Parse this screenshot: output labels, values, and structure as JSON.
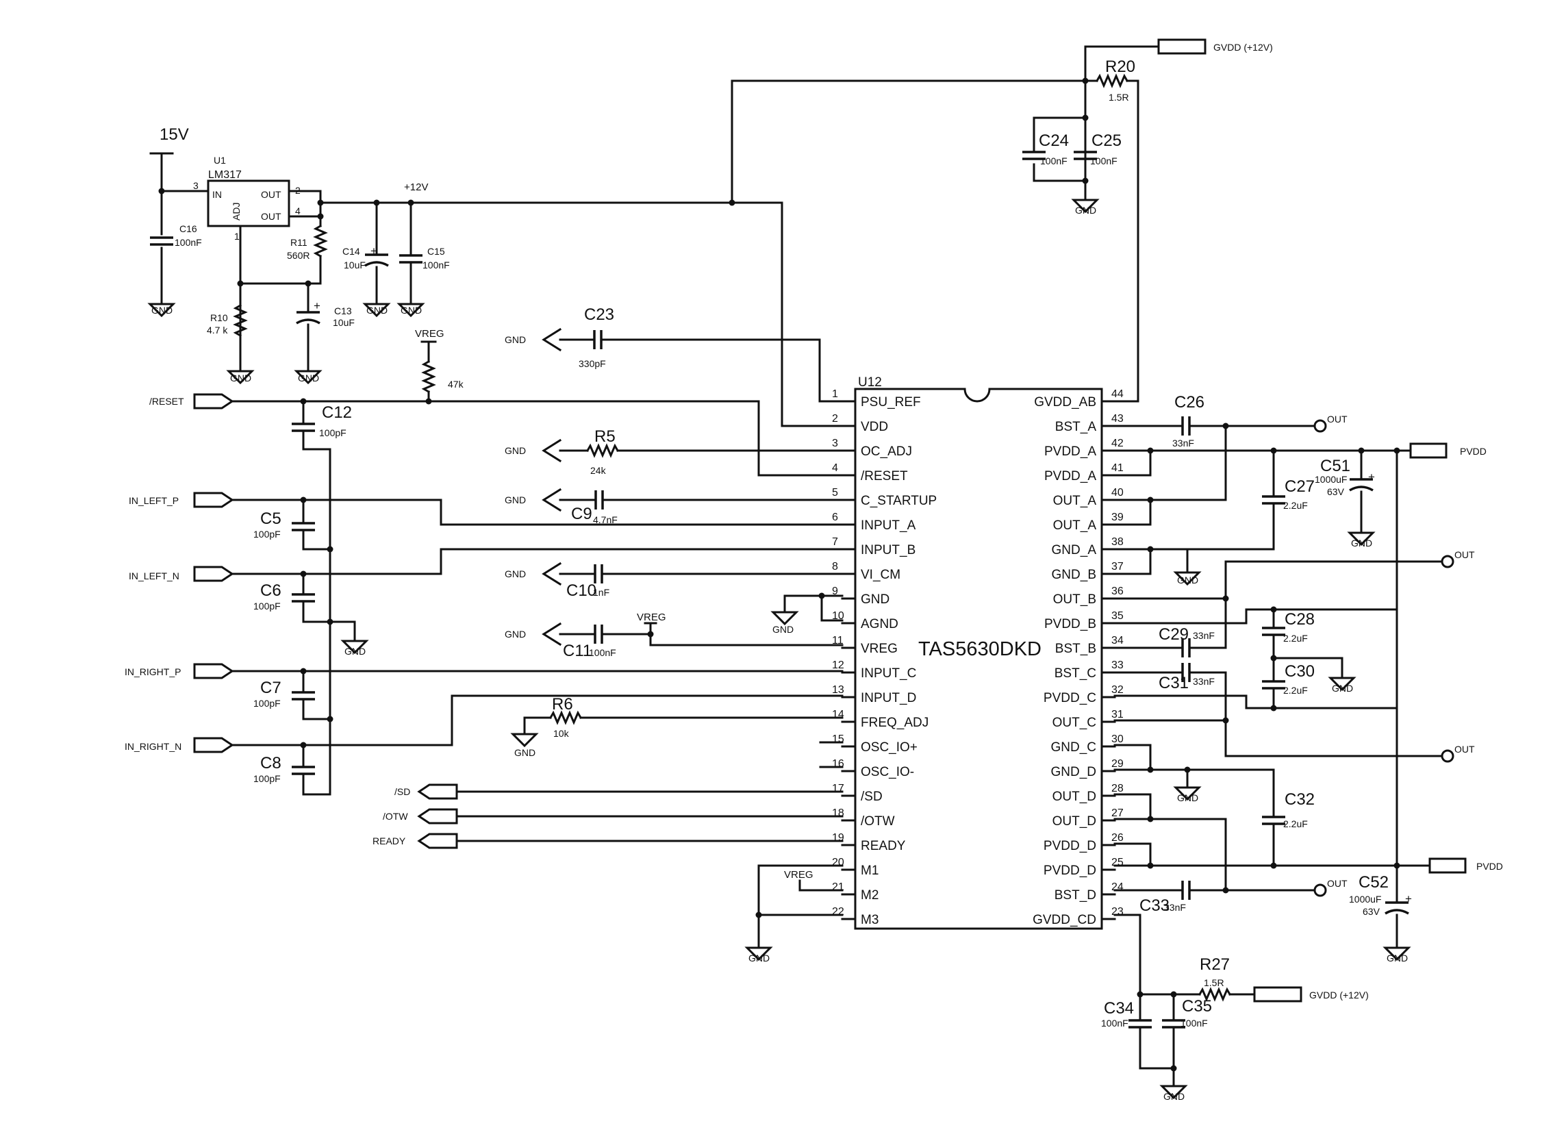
{
  "ic": {
    "designator": "U12",
    "part": "TAS5630DKD",
    "left_pins": [
      {
        "num": "1",
        "name": "PSU_REF"
      },
      {
        "num": "2",
        "name": "VDD"
      },
      {
        "num": "3",
        "name": "OC_ADJ"
      },
      {
        "num": "4",
        "name": "/RESET"
      },
      {
        "num": "5",
        "name": "C_STARTUP"
      },
      {
        "num": "6",
        "name": "INPUT_A"
      },
      {
        "num": "7",
        "name": "INPUT_B"
      },
      {
        "num": "8",
        "name": "VI_CM"
      },
      {
        "num": "9",
        "name": "GND"
      },
      {
        "num": "10",
        "name": "AGND"
      },
      {
        "num": "11",
        "name": "VREG"
      },
      {
        "num": "12",
        "name": "INPUT_C"
      },
      {
        "num": "13",
        "name": "INPUT_D"
      },
      {
        "num": "14",
        "name": "FREQ_ADJ"
      },
      {
        "num": "15",
        "name": "OSC_IO+"
      },
      {
        "num": "16",
        "name": "OSC_IO-"
      },
      {
        "num": "17",
        "name": "/SD"
      },
      {
        "num": "18",
        "name": "/OTW"
      },
      {
        "num": "19",
        "name": "READY"
      },
      {
        "num": "20",
        "name": "M1"
      },
      {
        "num": "21",
        "name": "M2"
      },
      {
        "num": "22",
        "name": "M3"
      }
    ],
    "right_pins": [
      {
        "num": "44",
        "name": "GVDD_AB"
      },
      {
        "num": "43",
        "name": "BST_A"
      },
      {
        "num": "42",
        "name": "PVDD_A"
      },
      {
        "num": "41",
        "name": "PVDD_A"
      },
      {
        "num": "40",
        "name": "OUT_A"
      },
      {
        "num": "39",
        "name": "OUT_A"
      },
      {
        "num": "38",
        "name": "GND_A"
      },
      {
        "num": "37",
        "name": "GND_B"
      },
      {
        "num": "36",
        "name": "OUT_B"
      },
      {
        "num": "35",
        "name": "PVDD_B"
      },
      {
        "num": "34",
        "name": "BST_B"
      },
      {
        "num": "33",
        "name": "BST_C"
      },
      {
        "num": "32",
        "name": "PVDD_C"
      },
      {
        "num": "31",
        "name": "OUT_C"
      },
      {
        "num": "30",
        "name": "GND_C"
      },
      {
        "num": "29",
        "name": "GND_D"
      },
      {
        "num": "28",
        "name": "OUT_D"
      },
      {
        "num": "27",
        "name": "OUT_D"
      },
      {
        "num": "26",
        "name": "PVDD_D"
      },
      {
        "num": "25",
        "name": "PVDD_D"
      },
      {
        "num": "24",
        "name": "BST_D"
      },
      {
        "num": "23",
        "name": "GVDD_CD"
      }
    ]
  },
  "regulator": {
    "designator": "U1",
    "part": "LM317",
    "pin_in": "IN",
    "pin_out1": "OUT",
    "pin_out2": "OUT",
    "pin_adj": "ADJ",
    "num_in": "3",
    "num_out1": "2",
    "num_out2": "4",
    "num_adj": "1"
  },
  "rails": {
    "v15": "15V",
    "v12": "+12V",
    "vreg": "VREG",
    "gnd": "GND",
    "gvdd": "GVDD (+12V)",
    "pvdd": "PVDD",
    "out": "OUT"
  },
  "ports": {
    "reset": "/RESET",
    "in_left_p": "IN_LEFT_P",
    "in_left_n": "IN_LEFT_N",
    "in_right_p": "IN_RIGHT_P",
    "in_right_n": "IN_RIGHT_N",
    "sd": "/SD",
    "otw": "/OTW",
    "ready": "READY"
  },
  "components": {
    "C16": {
      "ref": "C16",
      "value": "100nF"
    },
    "R11": {
      "ref": "R11",
      "value": "560R"
    },
    "R10": {
      "ref": "R10",
      "value": "4.7 k"
    },
    "C13": {
      "ref": "C13",
      "value": "10uF"
    },
    "C14": {
      "ref": "C14",
      "value": "10uF"
    },
    "C15": {
      "ref": "C15",
      "value": "100nF"
    },
    "R20": {
      "ref": "R20",
      "value": "1.5R"
    },
    "C24": {
      "ref": "C24",
      "value": "100nF"
    },
    "C25": {
      "ref": "C25",
      "value": "100nF"
    },
    "C23": {
      "ref": "C23",
      "value": "330pF"
    },
    "RVREG": {
      "value": "47k"
    },
    "C12": {
      "ref": "C12",
      "value": "100pF"
    },
    "R5": {
      "ref": "R5",
      "value": "24k"
    },
    "C9": {
      "ref": "C9",
      "value": "4.7nF"
    },
    "C10": {
      "ref": "C10",
      "value": "1nF"
    },
    "C11": {
      "ref": "C11",
      "value": "100nF"
    },
    "C5": {
      "ref": "C5",
      "value": "100pF"
    },
    "C6": {
      "ref": "C6",
      "value": "100pF"
    },
    "C7": {
      "ref": "C7",
      "value": "100pF"
    },
    "C8": {
      "ref": "C8",
      "value": "100pF"
    },
    "R6": {
      "ref": "R6",
      "value": "10k"
    },
    "C26": {
      "ref": "C26",
      "value": "33nF"
    },
    "C27": {
      "ref": "C27",
      "value": "2.2uF"
    },
    "C51": {
      "ref": "C51",
      "value": "1000uF",
      "rating": "63V"
    },
    "C28": {
      "ref": "C28",
      "value": "2.2uF"
    },
    "C29": {
      "ref": "C29",
      "value": "33nF"
    },
    "C30": {
      "ref": "C30",
      "value": "2.2uF"
    },
    "C31": {
      "ref": "C31",
      "value": "33nF"
    },
    "C32": {
      "ref": "C32",
      "value": "2.2uF"
    },
    "C33": {
      "ref": "C33",
      "value": "33nF"
    },
    "C52": {
      "ref": "C52",
      "value": "1000uF",
      "rating": "63V"
    },
    "R27": {
      "ref": "R27",
      "value": "1.5R"
    },
    "C34": {
      "ref": "C34",
      "value": "100nF"
    },
    "C35": {
      "ref": "C35",
      "value": "100nF"
    }
  }
}
